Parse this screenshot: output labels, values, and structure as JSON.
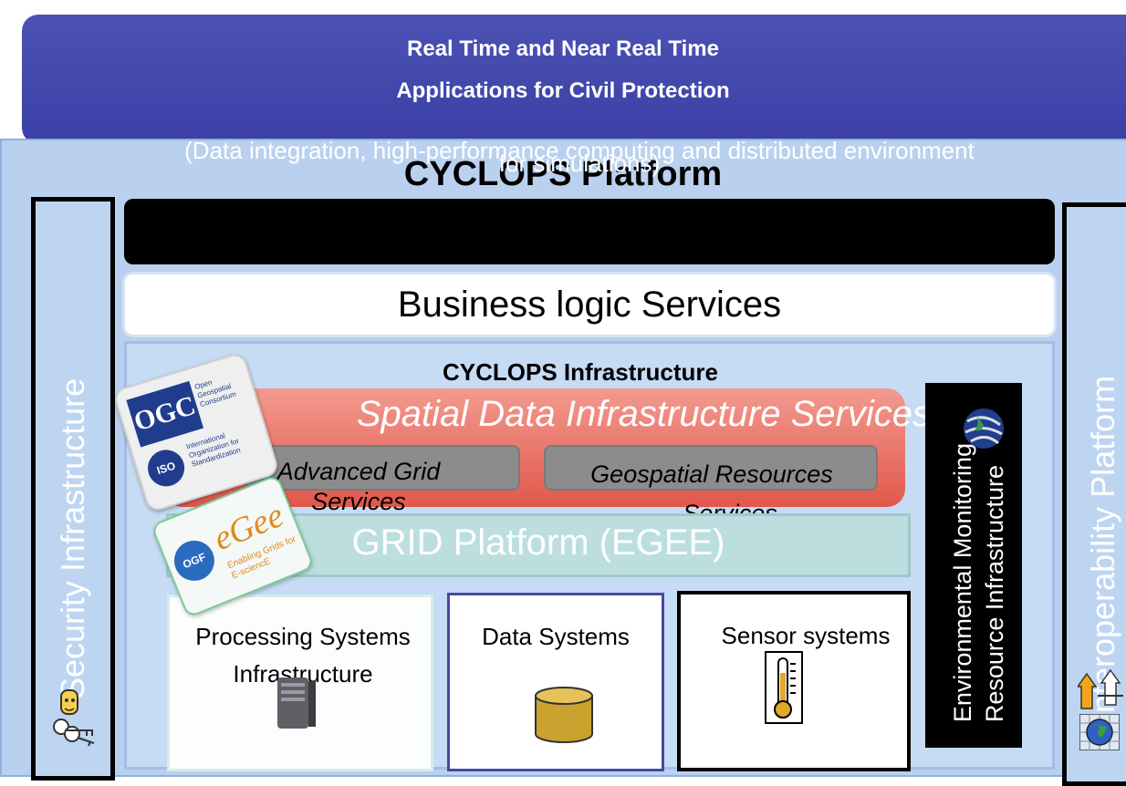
{
  "banner": {
    "title_line1": "Real Time and Near Real Time",
    "title_line2": "Applications for Civil Protection",
    "subtitle_line1": "(Data integration, high-performance computing and distributed environment",
    "subtitle_line2": "for simulations)"
  },
  "platform": {
    "title": "CYCLOPS Platform"
  },
  "side_bars": {
    "security": "Security Infrastructure",
    "interoperability": "Interoperability Platform"
  },
  "business_logic": {
    "label": "Business logic Services"
  },
  "infrastructure": {
    "title": "CYCLOPS Infrastructure",
    "spatial": "Spatial Data Infrastructure Services",
    "advanced_grid_line1": "Advanced Grid",
    "advanced_grid_line2": "Services",
    "geo_resources_line1": "Geospatial Resources",
    "geo_resources_line2": "Services",
    "grid_platform": "GRID Platform (EGEE)",
    "processing_line1": "Processing Systems",
    "processing_line2": "Infrastructure",
    "data_systems": "Data Systems",
    "sensor_systems": "Sensor systems",
    "env_line1": "Environmental Monitoring",
    "env_line2": "Resource Infrastructure"
  },
  "logos": {
    "ogc_text": "OGC",
    "ogc_caption": "Open Geospatial Consortium",
    "iso_text": "ISO",
    "iso_caption": "International Organization for Standardization",
    "egee_ogf": "OGF",
    "egee_text": "eGee",
    "egee_caption": "Enabling Grids for E-sciencE"
  },
  "colors": {
    "banner": "#3b3fa6",
    "platform": "#b9d1ee",
    "spatial": "#e2574c",
    "grid": "#bcdede"
  },
  "icons": [
    "keys-icon",
    "server-icon",
    "database-icon",
    "thermometer-icon",
    "globe-icon",
    "arrows-icon",
    "world-map-icon"
  ]
}
